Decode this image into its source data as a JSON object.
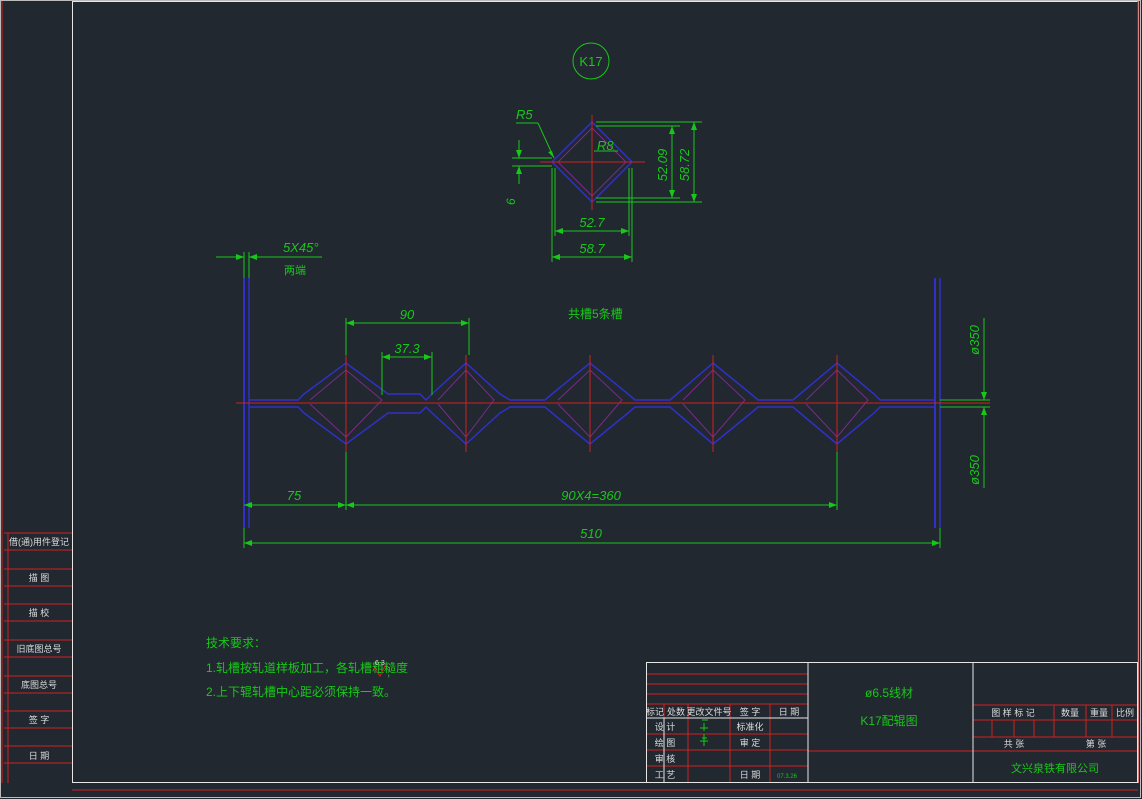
{
  "drawing": {
    "section_label": "K17",
    "groove_count_note": "共槽5条槽",
    "chamfer_note": "5X45°",
    "chamfer_location": "两端",
    "detail_dims": {
      "radius_outer": "R5",
      "radius_inner": "R8",
      "offset": "6",
      "height_inner": "52.09",
      "height_outer": "58.72",
      "width_inner": "52.7",
      "width_outer": "58.7"
    },
    "main_dims": {
      "pitch": "90",
      "groove_width": "37.3",
      "end_offset": "75",
      "pitch_total": "90X4=360",
      "overall_length": "510",
      "diameter_top": "ø350",
      "diameter_bottom": "ø350"
    },
    "tech_requirements": {
      "heading": "技术要求：",
      "item1": "1.轧槽按轧道样板加工，各轧槽粗糙度",
      "roughness": "6.3",
      "item2": "2.上下辊轧槽中心距必须保持一致。"
    }
  },
  "left_strip": {
    "rows": [
      "借(通)用件登记",
      "描  图",
      "描  校",
      "旧底图总号",
      "底图总号",
      "签  字",
      "日  期"
    ]
  },
  "title_block": {
    "rev_headers": [
      "标记",
      "处数",
      "更改文件号",
      "签  字",
      "日  期"
    ],
    "role_labels": [
      "设  计",
      "绘  图",
      "审  核",
      "工  艺"
    ],
    "mid_labels": [
      "标准化",
      "审  定",
      "日  期"
    ],
    "date_value": "07.3.26",
    "product_line1": "ø6.5线材",
    "product_line2": "K17配辊图",
    "right_headers": [
      "图 样 标 记",
      "数量",
      "重量",
      "比例"
    ],
    "sheet_total": "共    张",
    "sheet_no": "第    张",
    "company": "文兴泉铁有限公司"
  }
}
